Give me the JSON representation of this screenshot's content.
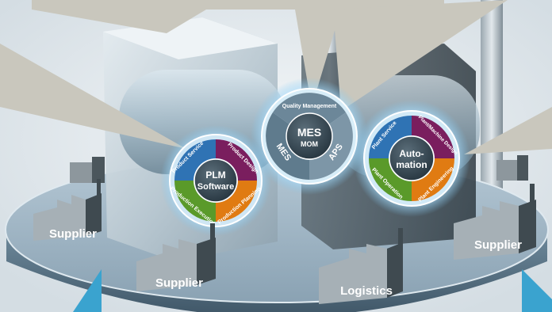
{
  "wheels": {
    "plm": {
      "center_top": "PLM",
      "center_bottom": "Software",
      "segments": [
        "Product Service",
        "Product Design",
        "Production Planning",
        "Production Execution"
      ]
    },
    "mes": {
      "center_top": "MES",
      "center_bottom": "MOM",
      "segments": [
        "Quality Management",
        "APS",
        "MES"
      ]
    },
    "automation": {
      "center_top": "Auto-",
      "center_bottom": "mation",
      "segments": [
        "Plant Service",
        "Plant/Machine Design",
        "Plant Engineering",
        "Plant Operation"
      ]
    }
  },
  "buildings": {
    "supplier_left": "Supplier",
    "supplier_center": "Supplier",
    "supplier_right": "Supplier",
    "logistics": "Logistics"
  },
  "colors": {
    "blue": "#2f73b4",
    "purple": "#7a1e5e",
    "orange": "#e07b12",
    "green": "#5a9a2a",
    "gray_ring": "#6c8799",
    "callout": "#c9c7bd",
    "platform": "#8aa7bb"
  }
}
